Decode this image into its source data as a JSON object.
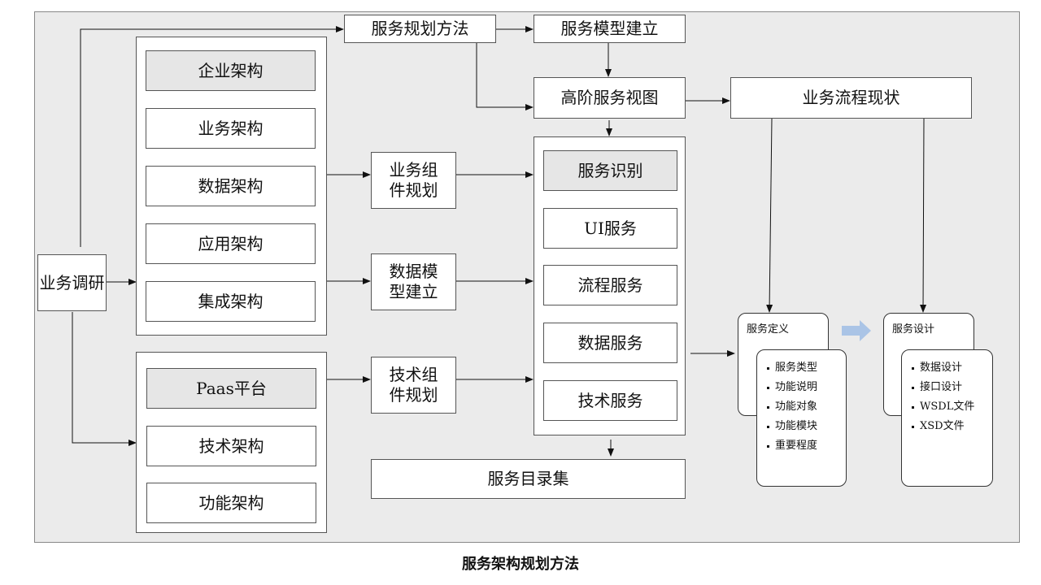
{
  "caption": "服务架构规划方法",
  "research": "业务调研",
  "top": {
    "planning_method": "服务规划方法",
    "model_build": "服务模型建立",
    "high_level_view": "高阶服务视图",
    "process_status": "业务流程现状"
  },
  "enterprise_group": {
    "header": "企业架构",
    "items": [
      "业务架构",
      "数据架构",
      "应用架构",
      "集成架构"
    ]
  },
  "platform_group": {
    "header": "Paas平台",
    "items": [
      "技术架构",
      "功能架构"
    ]
  },
  "middle": {
    "biz_component": "业务组\n件规划",
    "data_model": "数据模\n型建立",
    "tech_component": "技术组\n件规划"
  },
  "services_group": {
    "header": "服务识别",
    "items": [
      "UI服务",
      "流程服务",
      "数据服务",
      "技术服务"
    ]
  },
  "catalog": "服务目录集",
  "definition": {
    "title": "服务定义",
    "bullets": [
      "服务类型",
      "功能说明",
      "功能对象",
      "功能模块",
      "重要程度"
    ]
  },
  "design": {
    "title": "服务设计",
    "bullets": [
      "数据设计",
      "接口设计",
      "WSDL文件",
      "XSD文件"
    ]
  },
  "colors": {
    "panel": "#ebebeb",
    "header_fill": "#e6e6e6",
    "transition_arrow": "#aac4e6"
  }
}
